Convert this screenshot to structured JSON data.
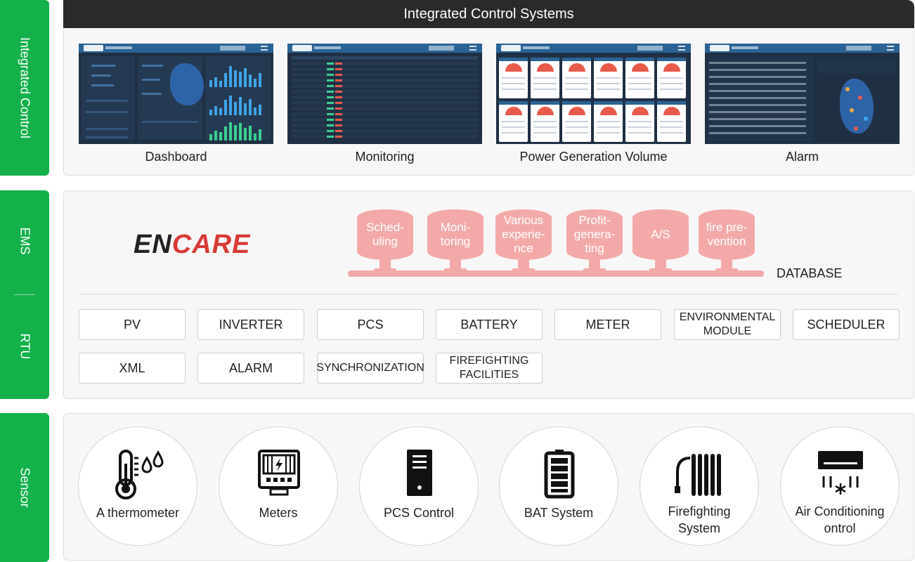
{
  "sections": {
    "integrated_control": "Integrated Control",
    "ems": "EMS",
    "rtu": "RTU",
    "sensor": "Sensor"
  },
  "integrated": {
    "title": "Integrated Control Systems",
    "screens": [
      "Dashboard",
      "Monitoring",
      "Power Generation Volume",
      "Alarm"
    ]
  },
  "ems": {
    "logo_dark": "EN",
    "logo_red": "CARE",
    "database_items": [
      "Sched-\nuling",
      "Moni-\ntoring",
      "Various\nexperie-\nnce",
      "Profit-\ngenera-\nting",
      "A/S",
      "fire pre-\nvention"
    ],
    "database_label": "DATABASE"
  },
  "rtu": {
    "modules": [
      "PV",
      "INVERTER",
      "PCS",
      "BATTERY",
      "METER",
      "ENVIRONMENTAL\nMODULE",
      "SCHEDULER",
      "XML",
      "ALARM",
      "SYNCHRONIZATION",
      "FIREFIGHTING\nFACILITIES"
    ]
  },
  "sensor": {
    "items": [
      {
        "label": "A thermometer",
        "icon": "thermometer-icon"
      },
      {
        "label": "Meters",
        "icon": "meter-icon"
      },
      {
        "label": "PCS Control",
        "icon": "pcs-icon"
      },
      {
        "label": "BAT System",
        "icon": "battery-icon"
      },
      {
        "label": "Firefighting\nSystem",
        "icon": "firefighting-icon"
      },
      {
        "label": "Air Conditioning\nontrol",
        "icon": "air-conditioner-icon"
      }
    ]
  },
  "colors": {
    "green": "#14b14b",
    "pink": "#f4a9a9",
    "logo_red": "#d83a36",
    "dark": "#2a2a2a"
  }
}
